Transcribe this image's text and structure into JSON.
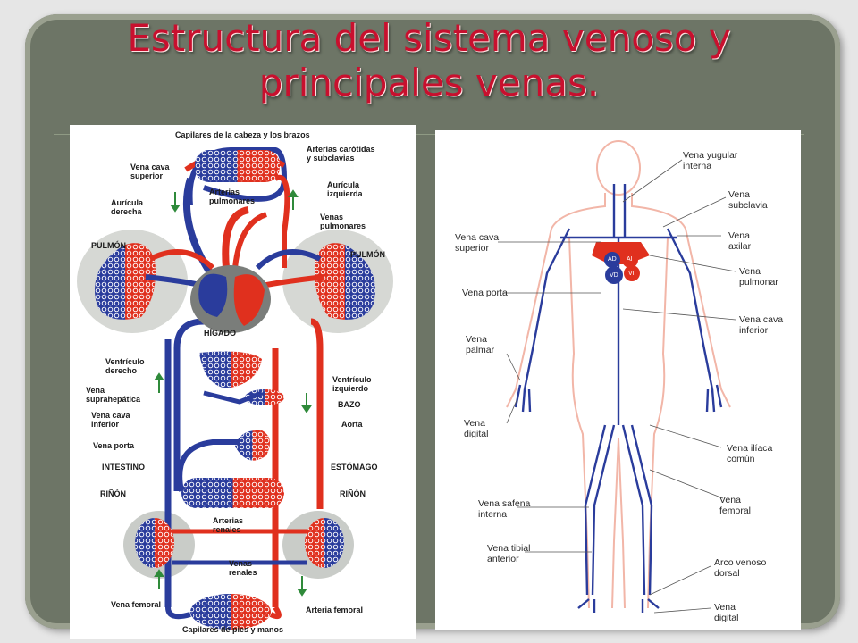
{
  "slide": {
    "title_line1": "Estructura del sistema venoso y",
    "title_line2": "principales venas."
  },
  "colors": {
    "title": "#c8102e",
    "frame": "#6d7566",
    "vein_blue": "#2a3c9c",
    "artery_red": "#e0301e",
    "organ_gray": "#c9ccc8",
    "arrow_green": "#2f8a3a"
  },
  "left_diagram": {
    "labels": {
      "capilares_cabeza": "Capilares de la cabeza y los brazos",
      "arterias_carotidas_1": "Arterias carótidas",
      "arterias_carotidas_2": "y subclavias",
      "vena_cava_superior_1": "Vena cava",
      "vena_cava_superior_2": "superior",
      "arterias_pulmonares_1": "Arterias",
      "arterias_pulmonares_2": "pulmonares",
      "auricula_izquierda_1": "Aurícula",
      "auricula_izquierda_2": "izquierda",
      "auricula_derecha_1": "Aurícula",
      "auricula_derecha_2": "derecha",
      "venas_pulmonares_1": "Venas",
      "venas_pulmonares_2": "pulmonares",
      "pulmon_left": "PULMÓN",
      "pulmon_right": "PULMÓN",
      "higado": "HÍGADO",
      "ventriculo_derecho_1": "Ventrículo",
      "ventriculo_derecho_2": "derecho",
      "ventriculo_izquierdo_1": "Ventrículo",
      "ventriculo_izquierdo_2": "izquierdo",
      "vena_suprahepatica_1": "Vena",
      "vena_suprahepatica_2": "suprahepática",
      "bazo": "BAZO",
      "vena_cava_inferior_1": "Vena cava",
      "vena_cava_inferior_2": "inferior",
      "aorta": "Aorta",
      "vena_porta": "Vena porta",
      "intestino": "INTESTINO",
      "estomago": "ESTÓMAGO",
      "rinon_left": "RIÑÓN",
      "rinon_right": "RIÑÓN",
      "arterias_renales_1": "Arterias",
      "arterias_renales_2": "renales",
      "venas_renales_1": "Venas",
      "venas_renales_2": "renales",
      "vena_femoral": "Vena femoral",
      "arteria_femoral": "Arteria femoral",
      "capilares_pies": "Capilares de pies y manos"
    }
  },
  "right_diagram": {
    "heart_labels": {
      "ad": "AD",
      "ai": "AI",
      "vd": "VD",
      "vi": "VI"
    },
    "labels": {
      "vena_yugular_1": "Vena yugular",
      "vena_yugular_2": "interna",
      "vena_subclavia_1": "Vena",
      "vena_subclavia_2": "subclavia",
      "vena_cava_superior_1": "Vena cava",
      "vena_cava_superior_2": "superior",
      "vena_axilar_1": "Vena",
      "vena_axilar_2": "axilar",
      "vena_pulmonar_1": "Vena",
      "vena_pulmonar_2": "pulmonar",
      "vena_porta": "Vena porta",
      "vena_cava_inferior_1": "Vena cava",
      "vena_cava_inferior_2": "inferior",
      "vena_palmar_1": "Vena",
      "vena_palmar_2": "palmar",
      "vena_digital_left_1": "Vena",
      "vena_digital_left_2": "digital",
      "vena_iliaca_1": "Vena ilíaca",
      "vena_iliaca_2": "común",
      "vena_femoral_1": "Vena",
      "vena_femoral_2": "femoral",
      "vena_safena_1": "Vena safena",
      "vena_safena_2": "interna",
      "vena_tibial_1": "Vena tibial",
      "vena_tibial_2": "anterior",
      "arco_venoso_1": "Arco venoso",
      "arco_venoso_2": "dorsal",
      "vena_digital_right_1": "Vena",
      "vena_digital_right_2": "digital"
    }
  }
}
